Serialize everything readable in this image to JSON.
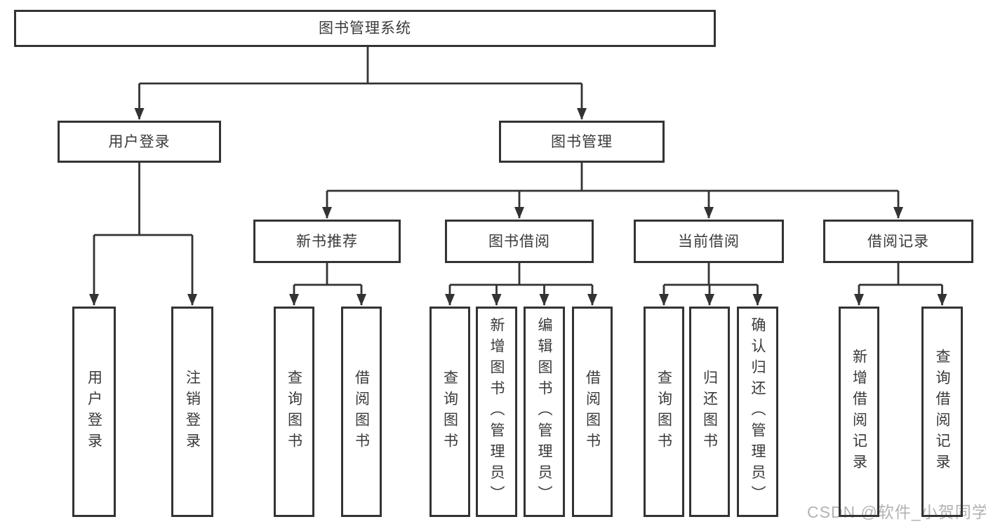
{
  "diagram": {
    "root": {
      "label": "图书管理系统"
    },
    "level2": [
      {
        "label": "用户登录"
      },
      {
        "label": "图书管理"
      }
    ],
    "level3": [
      {
        "label": "新书推荐"
      },
      {
        "label": "图书借阅"
      },
      {
        "label": "当前借阅"
      },
      {
        "label": "借阅记录"
      }
    ],
    "leaves": {
      "user_login": [
        {
          "label": "用户登录"
        },
        {
          "label": "注销登录"
        }
      ],
      "new_book": [
        {
          "label": "查询图书"
        },
        {
          "label": "借阅图书"
        }
      ],
      "book_borrow": [
        {
          "label": "查询图书"
        },
        {
          "label": "新增图书（管理员）"
        },
        {
          "label": "编辑图书（管理员）"
        },
        {
          "label": "借阅图书"
        }
      ],
      "current_borrow": [
        {
          "label": "查询图书"
        },
        {
          "label": "归还图书"
        },
        {
          "label": "确认归还（管理员）"
        }
      ],
      "borrow_records": [
        {
          "label": "新增借阅记录"
        },
        {
          "label": "查询借阅记录"
        }
      ]
    }
  },
  "watermark": {
    "text": "CSDN @软件_小贺同学"
  },
  "colors": {
    "line": "#333333",
    "border": "#333333",
    "text": "#3a3a3a",
    "watermark": "#b3b3b3",
    "background": "#ffffff"
  }
}
